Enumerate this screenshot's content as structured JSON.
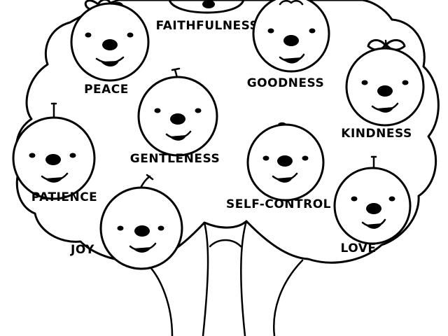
{
  "colors": {
    "ink": "#000000",
    "paper": "#ffffff"
  },
  "fruits": [
    {
      "label": "FAITHFULNESS",
      "icon": "apple-face-icon"
    },
    {
      "label": "PEACE",
      "icon": "apple-face-icon"
    },
    {
      "label": "GOODNESS",
      "icon": "apple-face-icon"
    },
    {
      "label": "KINDNESS",
      "icon": "apple-face-icon"
    },
    {
      "label": "GENTLENESS",
      "icon": "apple-face-icon"
    },
    {
      "label": "PATIENCE",
      "icon": "apple-face-icon"
    },
    {
      "label": "SELF-CONTROL",
      "icon": "apple-face-icon"
    },
    {
      "label": "JOY",
      "icon": "apple-face-icon"
    },
    {
      "label": "LOVE",
      "icon": "apple-face-icon"
    }
  ]
}
